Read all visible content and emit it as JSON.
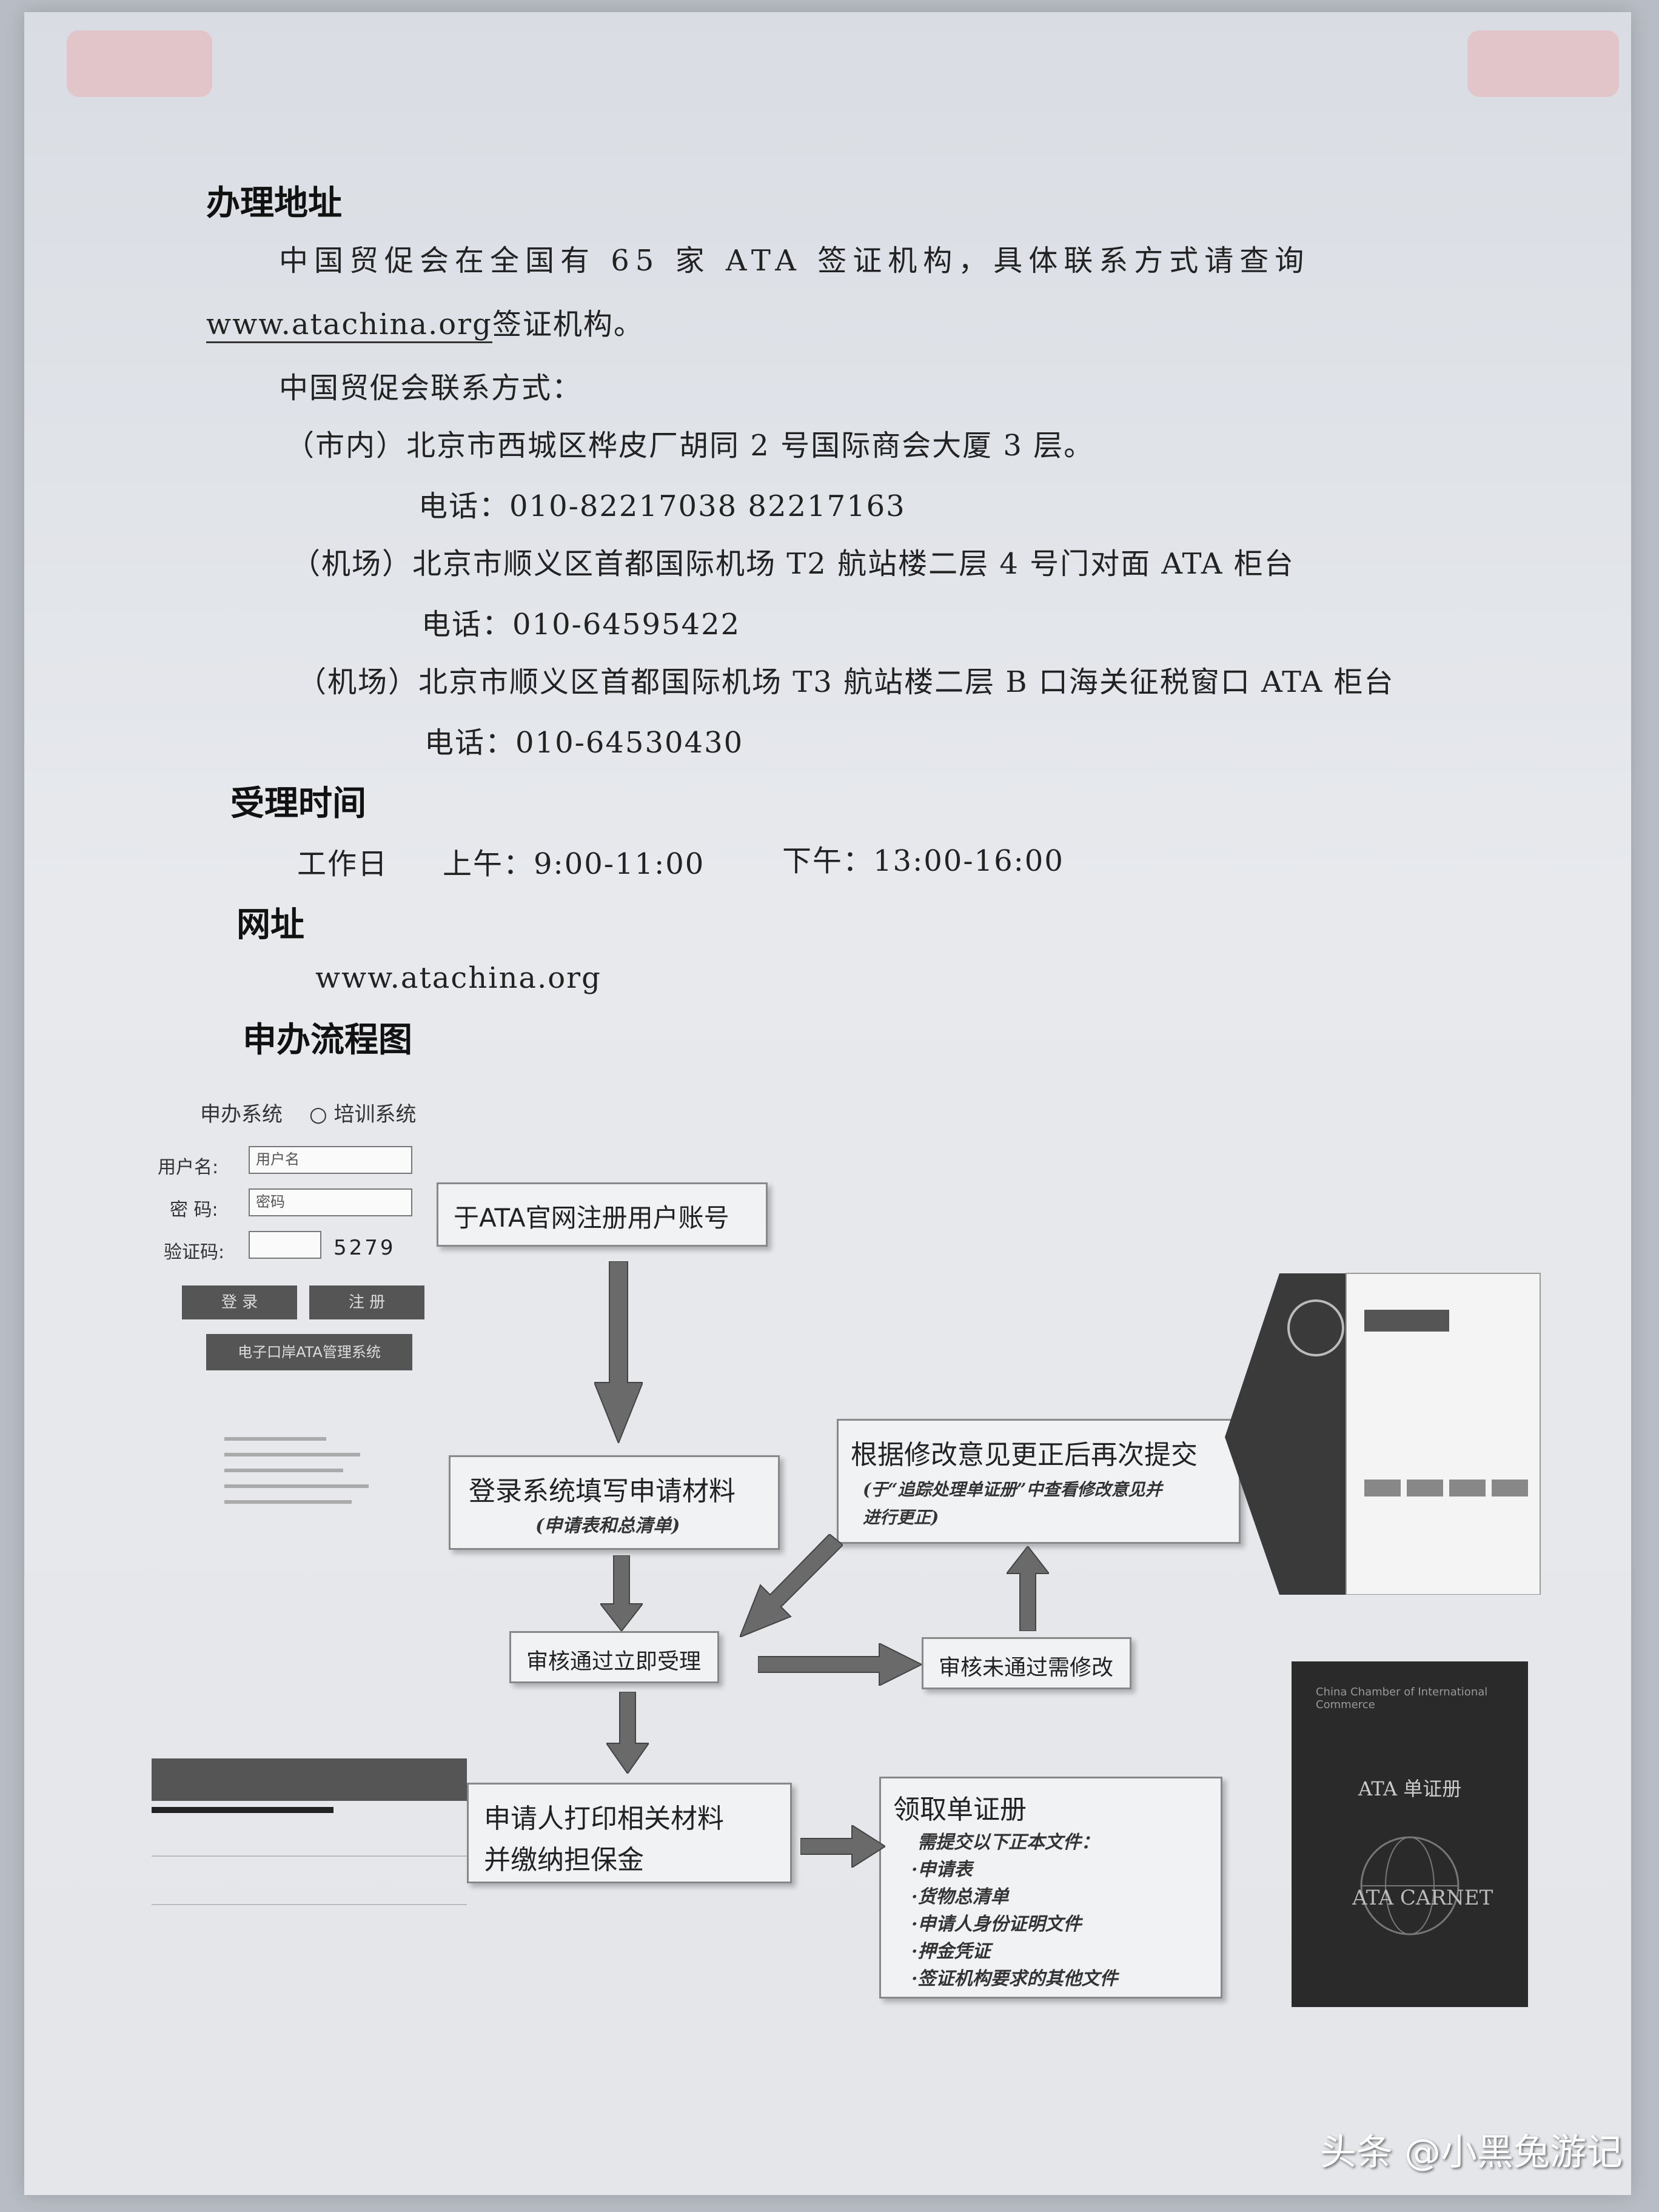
{
  "address": {
    "heading": "办理地址",
    "intro_line1": "中国贸促会在全国有 65 家 ATA 签证机构，具体联系方式请查询",
    "intro_link": "www.atachina.org",
    "intro_line2_rest": "签证机构。",
    "contact_title": "中国贸促会联系方式：",
    "entries": [
      {
        "label": "（市内）",
        "addr": "北京市西城区桦皮厂胡同 2 号国际商会大厦 3 层。",
        "phone": "电话：010-82217038  82217163"
      },
      {
        "label": "（机场）",
        "addr": "北京市顺义区首都国际机场 T2 航站楼二层 4 号门对面 ATA 柜台",
        "phone": "电话：010-64595422"
      },
      {
        "label": "（机场）",
        "addr": "北京市顺义区首都国际机场 T3 航站楼二层 B 口海关征税窗口 ATA 柜台",
        "phone": "电话：010-64530430"
      }
    ]
  },
  "hours": {
    "heading": "受理时间",
    "day": "工作日",
    "morning": "上午：9:00-11:00",
    "afternoon": "下午：13:00-16:00"
  },
  "website": {
    "heading": "网址",
    "url": "www.atachina.org"
  },
  "flow": {
    "heading": "申办流程图",
    "step1": "于ATA官网注册用户账号",
    "step2": "登录系统填写申请材料",
    "step2_sub": "(申请表和总清单)",
    "step3": "审核通过立即受理",
    "step4": "审核未通过需修改",
    "step5": "根据修改意见更正后再次提交",
    "step5_sub1": "(于“追踪处理单证册”中查看修改意见并",
    "step5_sub2": "进行更正)",
    "step6_line1": "申请人打印相关材料",
    "step6_line2": "并缴纳担保金",
    "step7_title": "领取单证册",
    "step7_sub": "需提交以下正本文件：",
    "step7_items": [
      "·申请表",
      "·货物总清单",
      "·申请人身份证明文件",
      "·押金凭证",
      "·签证机构要求的其他文件"
    ]
  },
  "login_thumb": {
    "system": "申办系统",
    "training": "○ 培训系统",
    "user_label": "用户名:",
    "user_placeholder": "用户名",
    "pass_label": "密 码:",
    "pass_placeholder": "密码",
    "captcha_label": "验证码:",
    "captcha_code": "5279",
    "login_btn": "登 录",
    "register_btn": "注 册",
    "system_btn": "电子口岸ATA管理系统"
  },
  "carnet_thumb": {
    "org": "China Chamber of International Commerce",
    "title": "ATA 单证册",
    "logo": "ATA CARNET"
  },
  "watermark": "头条 @小黑兔游记"
}
